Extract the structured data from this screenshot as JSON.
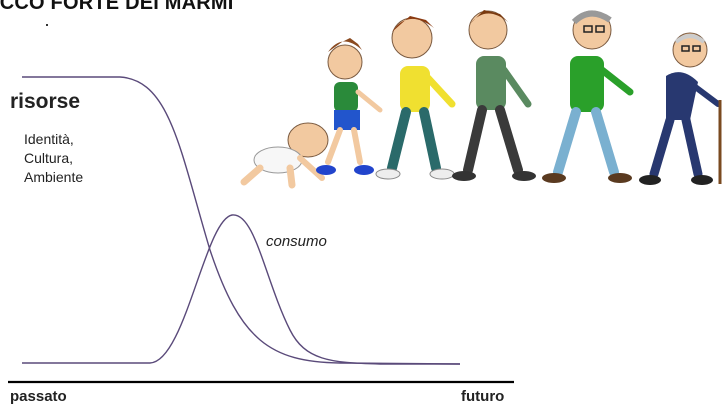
{
  "title": "ICCO FORTE DEI MARMI",
  "resources": {
    "heading": "risorse",
    "items": [
      "Identità,",
      "Cultura,",
      "Ambiente"
    ]
  },
  "consumption_label": "consumo",
  "timeline": {
    "left_label": "passato",
    "right_label": "futuro"
  },
  "figures": [
    "baby-figure",
    "boy-figure",
    "teen-figure",
    "adult-figure",
    "senior-figure",
    "elderly-figure"
  ],
  "colors": {
    "curve": "#5a4a7a",
    "axis": "#000000"
  }
}
